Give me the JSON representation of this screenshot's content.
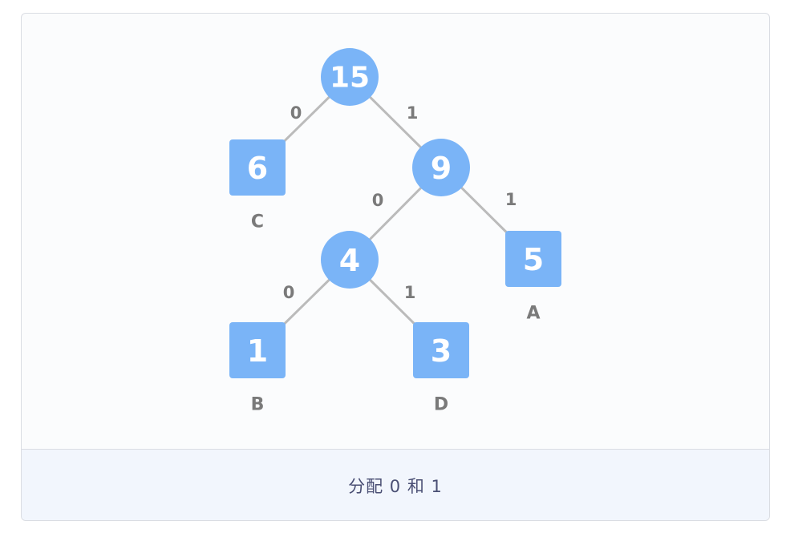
{
  "caption": "分配 0 和 1",
  "colors": {
    "node_fill": "#7ab4f7",
    "edge": "#bbbbbb",
    "label": "#7a7a7a"
  },
  "tree": {
    "nodes": [
      {
        "id": "root",
        "value": "15",
        "shape": "circle"
      },
      {
        "id": "n6",
        "value": "6",
        "shape": "square",
        "leaf_label": "C"
      },
      {
        "id": "n9",
        "value": "9",
        "shape": "circle"
      },
      {
        "id": "n4",
        "value": "4",
        "shape": "circle"
      },
      {
        "id": "n5",
        "value": "5",
        "shape": "square",
        "leaf_label": "A"
      },
      {
        "id": "n1",
        "value": "1",
        "shape": "square",
        "leaf_label": "B"
      },
      {
        "id": "n3",
        "value": "3",
        "shape": "square",
        "leaf_label": "D"
      }
    ],
    "edges": [
      {
        "from": "root",
        "to": "n6",
        "bit": "0"
      },
      {
        "from": "root",
        "to": "n9",
        "bit": "1"
      },
      {
        "from": "n9",
        "to": "n4",
        "bit": "0"
      },
      {
        "from": "n9",
        "to": "n5",
        "bit": "1"
      },
      {
        "from": "n4",
        "to": "n1",
        "bit": "0"
      },
      {
        "from": "n4",
        "to": "n3",
        "bit": "1"
      }
    ]
  }
}
